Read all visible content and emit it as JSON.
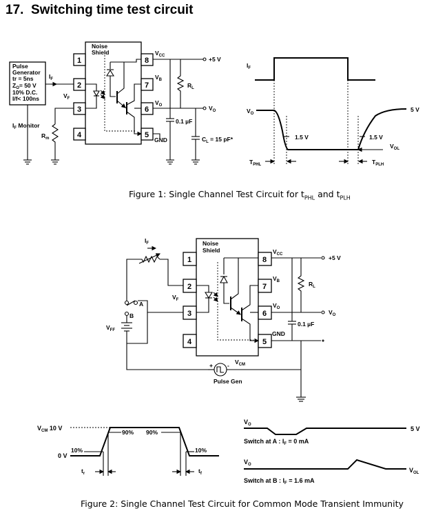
{
  "section": {
    "number": "17.",
    "title": "Switching time test circuit"
  },
  "figure1": {
    "caption_prefix": "Figure 1: Single Channel Test Circuit for t",
    "caption_sub1": "PHL",
    "caption_mid": " and t",
    "caption_sub2": "PLH",
    "pulse_generator": {
      "lines": [
        "Pulse",
        "Generator",
        "tr = 5ns",
        "Z",
        "O",
        "= 50 V",
        "10% D.C.",
        "I/f< 100ns"
      ]
    },
    "ic": {
      "label_line1": "Noise",
      "label_line2": "Shield",
      "pins": [
        "1",
        "2",
        "3",
        "4",
        "5",
        "6",
        "7",
        "8"
      ]
    },
    "labels": {
      "if": "I",
      "if_sub": "F",
      "vf": "V",
      "vf_sub": "F",
      "if_monitor": "I",
      "if_monitor_sub": "F",
      "if_monitor_text": " Monitor",
      "rm": "R",
      "rm_sub": "m",
      "vcc": "V",
      "vcc_sub": "CC",
      "vb": "V",
      "vb_sub": "B",
      "vo": "V",
      "vo_sub": "O",
      "gnd": "GND",
      "plus5v": "+5 V",
      "rl": "R",
      "rl_sub": "L",
      "cap": "0.1 µF",
      "cl": "C",
      "cl_sub": "L",
      "cl_val": " = 15 pF*",
      "vo_out": "V",
      "vo_out_sub": "O"
    },
    "waveform": {
      "if": "I",
      "if_sub": "F",
      "vo": "V",
      "vo_sub": "O",
      "v1_5_left": "1.5 V",
      "v1_5_right": "1.5 V",
      "five_v": "5 V",
      "vol": "V",
      "vol_sub": "OL",
      "tphl": "T",
      "tphl_sub": "PHL",
      "tplh": "T",
      "tplh_sub": "PLH"
    }
  },
  "figure2": {
    "caption": "Figure 2: Single Channel Test Circuit for Common Mode Transient Immunity",
    "ic": {
      "label_line1": "Noise",
      "label_line2": "Shield",
      "pins": [
        "1",
        "2",
        "3",
        "4",
        "5",
        "6",
        "7",
        "8"
      ]
    },
    "labels": {
      "if": "I",
      "if_sub": "F",
      "vf": "V",
      "vf_sub": "F",
      "vff": "V",
      "vff_sub": "FF",
      "a": "A",
      "b": "B",
      "vcc": "V",
      "vcc_sub": "CC",
      "vb": "V",
      "vb_sub": "B",
      "vo": "V",
      "vo_sub": "O",
      "gnd": "GND",
      "plus5v": "+5 V",
      "rl": "R",
      "rl_sub": "L",
      "cap": "0.1 µF",
      "vo_out": "V",
      "vo_out_sub": "O",
      "vcm": "V",
      "vcm_sub": "CM",
      "pulse_gen": "Pulse Gen",
      "plus": "+",
      "minus": "-"
    },
    "vcm_waveform": {
      "vcm": "V",
      "vcm_sub": "CM",
      "ten_v": " 10 V",
      "zero_v": "0 V",
      "p10_left": "10%",
      "p90_left": "90%",
      "p90_right": "90%",
      "p10_right": "10%",
      "tr": "t",
      "tr_sub": "r",
      "tf": "t",
      "tf_sub": "f"
    },
    "output_waveform": {
      "vo_a": "V",
      "vo_a_sub": "O",
      "switch_a": "Switch at A : I",
      "switch_a_sub": "F",
      "switch_a_val": " = 0 mA",
      "five_v": "5 V",
      "vo_b": "V",
      "vo_b_sub": "O",
      "switch_b": "Switch at B : I",
      "switch_b_sub": "F",
      "switch_b_val": " = 1.6 mA",
      "vol": "V",
      "vol_sub": "OL"
    }
  }
}
